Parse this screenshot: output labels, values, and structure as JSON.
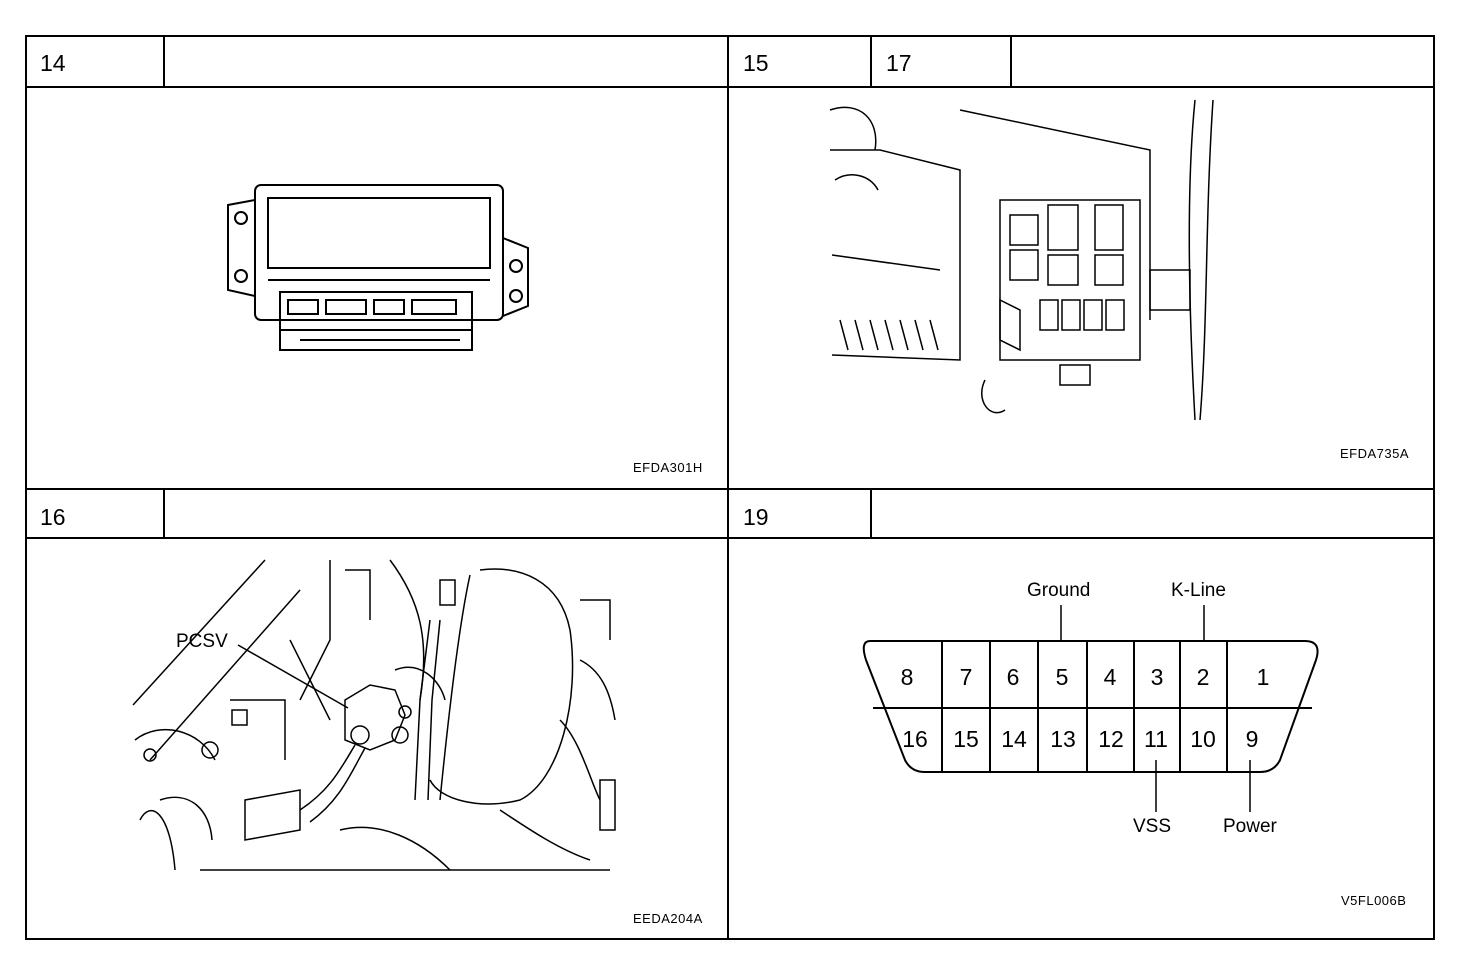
{
  "panels": {
    "p14": {
      "number": "14",
      "code": "EFDA301H"
    },
    "p15": {
      "number": "15",
      "number2": "17",
      "code": "EFDA735A"
    },
    "p16": {
      "number": "16",
      "code": "EEDA204A",
      "callout": "PCSV"
    },
    "p19": {
      "number": "19",
      "code": "V5FL006B"
    }
  },
  "connector": {
    "top_pins": [
      "8",
      "7",
      "6",
      "5",
      "4",
      "3",
      "2",
      "1"
    ],
    "bottom_pins": [
      "16",
      "15",
      "14",
      "13",
      "12",
      "11",
      "10",
      "9"
    ],
    "labels": {
      "ground": "Ground",
      "kline": "K-Line",
      "vss": "VSS",
      "power": "Power"
    }
  }
}
